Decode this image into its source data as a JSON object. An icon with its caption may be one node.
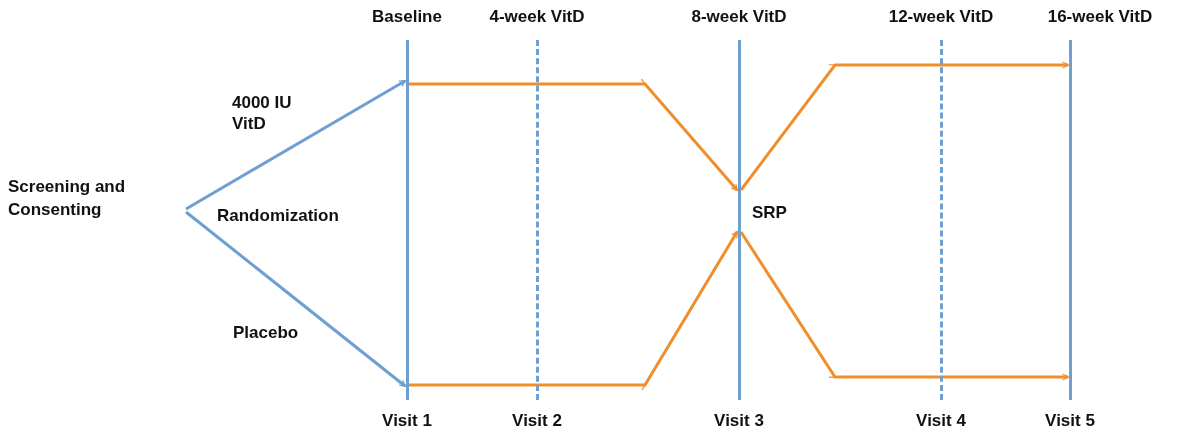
{
  "diagram": {
    "nodes": [
      {
        "text": [
          "Screening and Consenting"
        ]
      },
      {
        "text": [],
        "shape": "bar",
        "beside": [
          "Baseline",
          "Visit 1"
        ]
      },
      {
        "text": [],
        "shape": "bar",
        "beside": [
          "4-week VitD",
          "Visit 2"
        ]
      },
      {
        "text": [],
        "shape": "bar",
        "beside": [
          "8-week VitD",
          "SRP",
          "Visit 3"
        ]
      },
      {
        "text": [],
        "shape": "bar",
        "beside": [
          "12-week VitD",
          "Visit 4"
        ]
      },
      {
        "text": [],
        "shape": "bar",
        "beside": [
          "16-week VitD",
          "Visit 5"
        ]
      }
    ],
    "edges": [
      {
        "from": 0,
        "to": 1,
        "arrow": "to",
        "label": "4000 IU VitD",
        "color": "#6f9fd0"
      },
      {
        "from": 0,
        "to": 1,
        "arrow": "to",
        "label": "Placebo",
        "color": "#6f9fd0"
      },
      {
        "from": 1,
        "to": 3,
        "arrow": "to"
      },
      {
        "from": 1,
        "to": 3,
        "arrow": "to"
      },
      {
        "from": 3,
        "to": 5,
        "arrow": "to"
      },
      {
        "from": 3,
        "to": 5,
        "arrow": "to"
      }
    ],
    "labels": [
      "Randomization"
    ]
  }
}
